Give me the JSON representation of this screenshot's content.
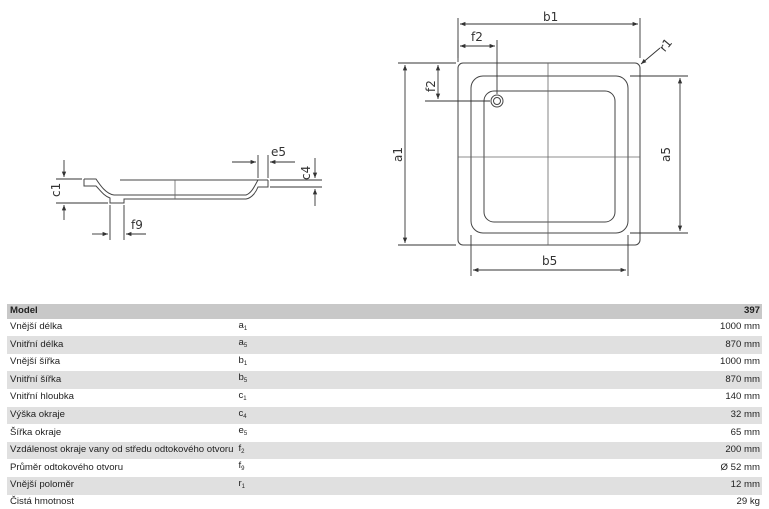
{
  "drawing": {
    "labels": {
      "b1": "b1",
      "f2_top": "f2",
      "r1": "r1",
      "f2_side": "f2",
      "a1": "a1",
      "a5": "a5",
      "b5": "b5",
      "e5": "e5",
      "c4": "c4",
      "c1": "c1",
      "f9": "f9"
    }
  },
  "table": {
    "header": {
      "label": "Model",
      "value": "397"
    },
    "rows": [
      {
        "label": "Vnější délka",
        "sym": "a",
        "sub": "1",
        "value": "1000 mm"
      },
      {
        "label": "Vnitřní délka",
        "sym": "a",
        "sub": "5",
        "value": "870 mm"
      },
      {
        "label": "Vnější šířka",
        "sym": "b",
        "sub": "1",
        "value": "1000 mm"
      },
      {
        "label": "Vnitřní šířka",
        "sym": "b",
        "sub": "5",
        "value": "870 mm"
      },
      {
        "label": "Vnitřní hloubka",
        "sym": "c",
        "sub": "1",
        "value": "140 mm"
      },
      {
        "label": "Výška okraje",
        "sym": "c",
        "sub": "4",
        "value": "32 mm"
      },
      {
        "label": "Šířka okraje",
        "sym": "e",
        "sub": "5",
        "value": "65 mm"
      },
      {
        "label": "Vzdálenost okraje vany od středu odtokového otvoru",
        "sym": "f",
        "sub": "2",
        "value": "200 mm"
      },
      {
        "label": "Průměr odtokového otvoru",
        "sym": "f",
        "sub": "9",
        "value": "Ø 52 mm"
      },
      {
        "label": "Vnější poloměr",
        "sym": "r",
        "sub": "1",
        "value": "12 mm"
      },
      {
        "label": "Čistá hmotnost",
        "sym": "",
        "sub": "",
        "value": "29 kg"
      }
    ]
  }
}
